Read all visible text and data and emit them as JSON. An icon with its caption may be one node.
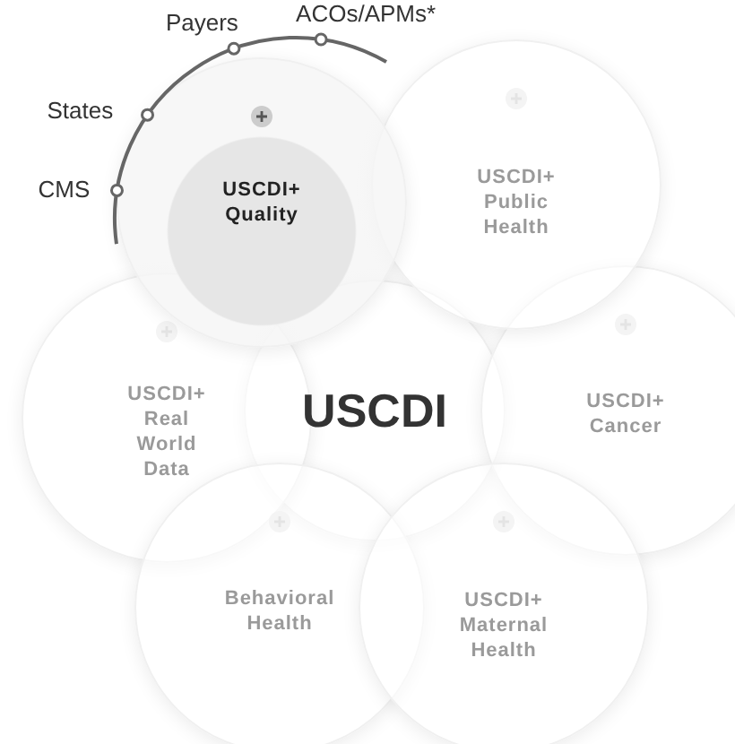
{
  "diagram": {
    "nodes": [
      {
        "text": [
          "USCDI+ Quality"
        ]
      },
      {
        "text": [
          "USCDI+ Public Health"
        ]
      },
      {
        "text": [
          "USCDI+ Real World Data"
        ]
      },
      {
        "text": [
          "USCDI"
        ]
      },
      {
        "text": [
          "USCDI+ Cancer"
        ]
      },
      {
        "text": [
          "Behavioral Health"
        ]
      },
      {
        "text": [
          "USCDI+ Maternal Health"
        ]
      }
    ],
    "labels": [
      "Payers",
      "ACOs/APMs*",
      "States",
      "CMS"
    ]
  }
}
